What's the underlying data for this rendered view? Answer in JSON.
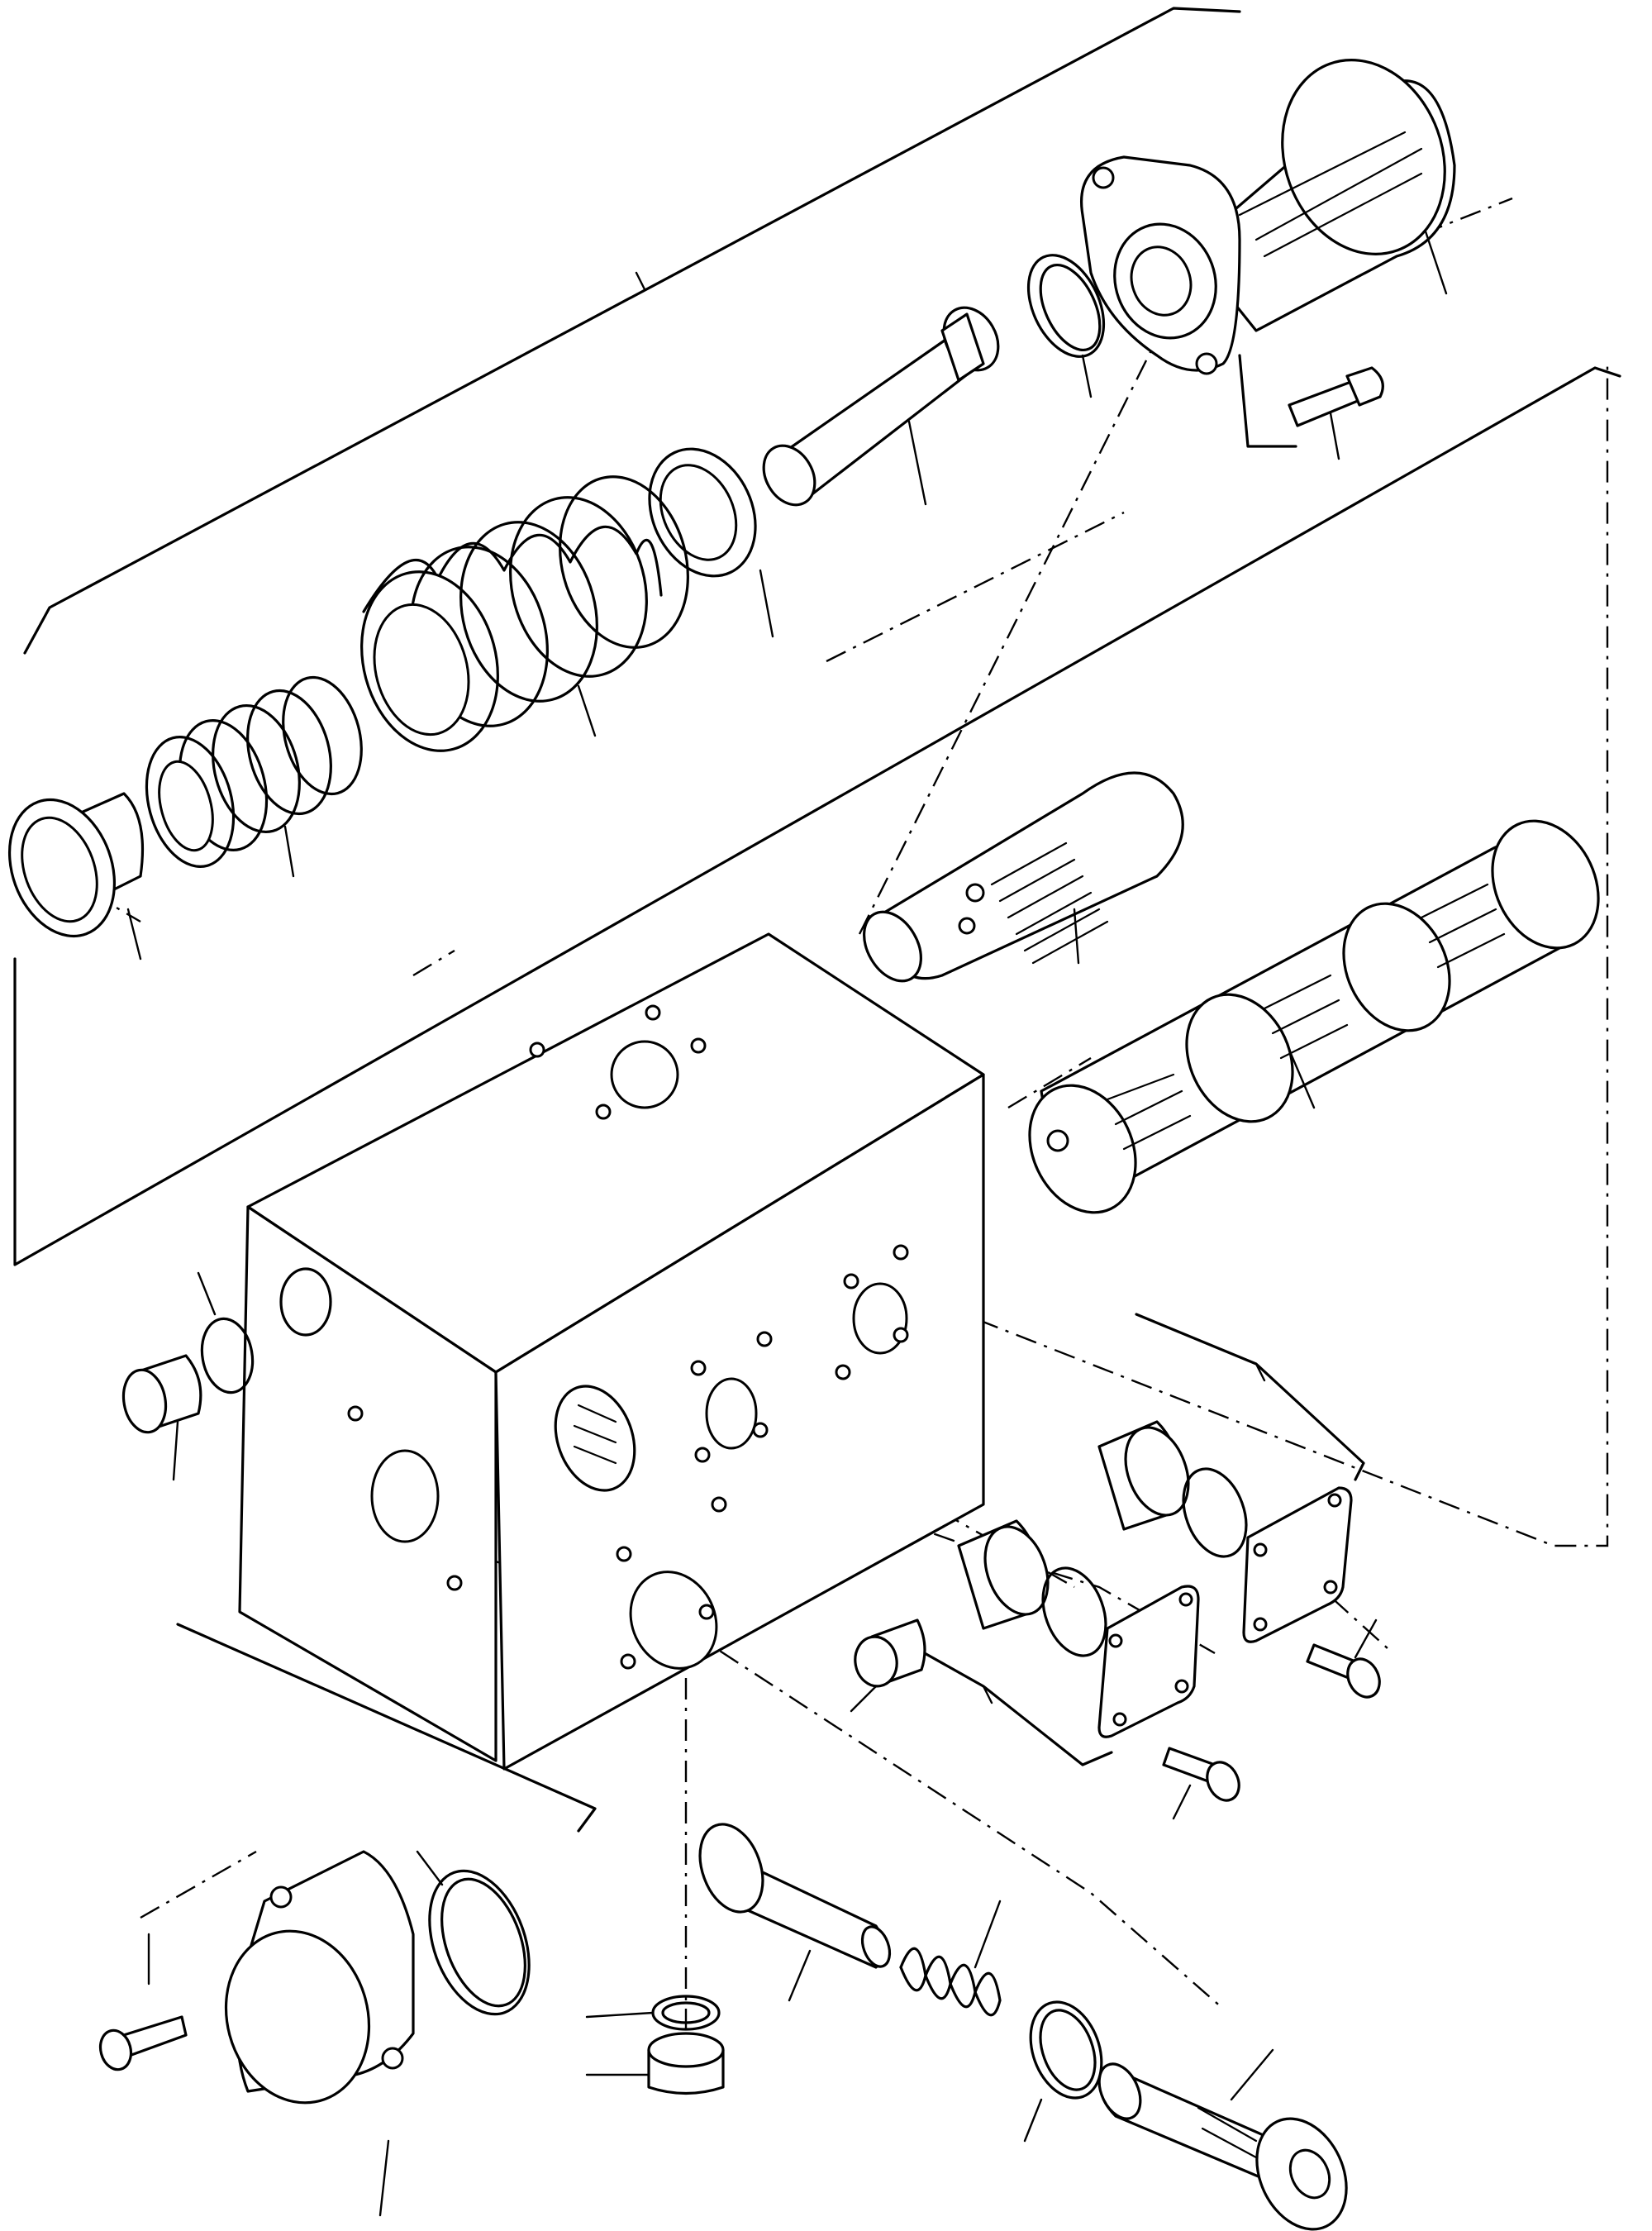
{
  "diagram": {
    "kind": "exploded-parts-view",
    "labels_printed": false,
    "parts": [
      {
        "name": "solenoid"
      },
      {
        "name": "o-ring"
      },
      {
        "name": "screw"
      },
      {
        "name": "spool"
      },
      {
        "name": "spring-cup"
      },
      {
        "name": "large-spring"
      },
      {
        "name": "small-spring"
      },
      {
        "name": "end-cap"
      },
      {
        "name": "cartridge-valve"
      },
      {
        "name": "main-spool"
      },
      {
        "name": "valve-block"
      },
      {
        "name": "plug"
      },
      {
        "name": "seat"
      },
      {
        "name": "cover-plate"
      },
      {
        "name": "flange-cover"
      },
      {
        "name": "piston"
      },
      {
        "name": "check-spring"
      },
      {
        "name": "sealing-washer"
      },
      {
        "name": "plug-screw"
      },
      {
        "name": "adjuster"
      }
    ]
  }
}
